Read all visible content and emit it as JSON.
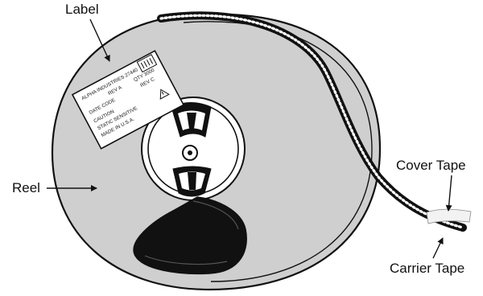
{
  "callouts": {
    "label": "Label",
    "reel": "Reel",
    "cover_tape": "Cover Tape",
    "carrier_tape": "Carrier Tape"
  },
  "reel_label": {
    "line1": "ALPHA INDUSTRIES 27440",
    "line2": "REV A",
    "line3": "QTY 3000",
    "line4": "DATE CODE",
    "line5": "REV C",
    "line6": "CAUTION",
    "line7": "STATIC SENSITIVE",
    "line8": "MADE IN U.S.A."
  },
  "colors": {
    "reel_fill": "#cfcfcf",
    "outline": "#111111",
    "tape": "#111111",
    "cover_tape": "#f2f2f2"
  }
}
